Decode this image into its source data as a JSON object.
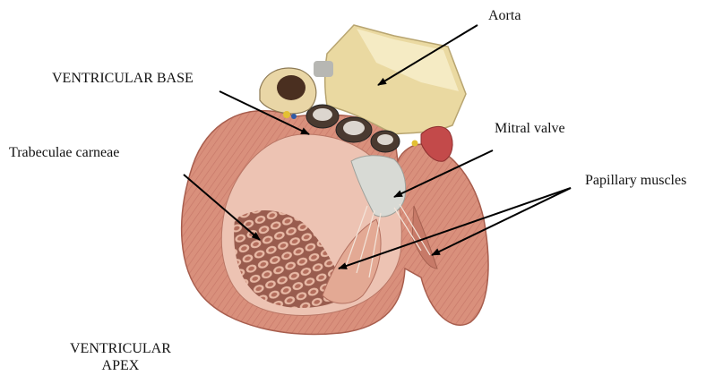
{
  "labels": {
    "aorta": "Aorta",
    "ventricular_base": "VENTRICULAR BASE",
    "mitral_valve": "Mitral valve",
    "trabeculae_carneae": "Trabeculae carneae",
    "papillary_muscles": "Papillary muscles",
    "ventricular_apex_line1": "VENTRICULAR",
    "ventricular_apex_line2": "APEX"
  },
  "colors": {
    "myocardium": "#d9907c",
    "myocardium_dark": "#b86a58",
    "endocardium": "#edc3b3",
    "aorta_wall": "#e8d9a3",
    "valve_tissue": "#c9cbc6",
    "arrow": "#000000"
  }
}
